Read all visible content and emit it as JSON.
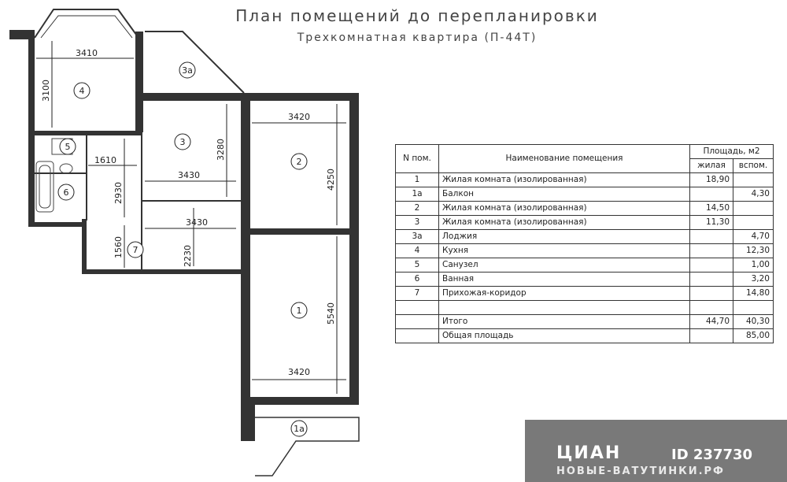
{
  "title": "План помещений до перепланировки",
  "subtitle": "Трехкомнатная квартира (П-44Т)",
  "dimensions": [
    "3410",
    "3100",
    "3420",
    "3280",
    "4250",
    "3430",
    "1610",
    "2930",
    "3430",
    "1560",
    "2230",
    "5540",
    "3420"
  ],
  "room_marks": [
    "3а",
    "4",
    "5",
    "6",
    "3",
    "2",
    "7",
    "1",
    "1а"
  ],
  "table": {
    "col_num": "N пом.",
    "col_name": "Наименование помещения",
    "col_area": "Площадь, м2",
    "col_living": "жилая",
    "col_aux": "вспом.",
    "rows": [
      {
        "num": "1",
        "name": "Жилая комната (изолированная)",
        "living": "18,90",
        "aux": ""
      },
      {
        "num": "1а",
        "name": "Балкон",
        "living": "",
        "aux": "4,30"
      },
      {
        "num": "2",
        "name": "Жилая комната (изолированная)",
        "living": "14,50",
        "aux": ""
      },
      {
        "num": "3",
        "name": "Жилая комната (изолированная)",
        "living": "11,30",
        "aux": ""
      },
      {
        "num": "3а",
        "name": "Лоджия",
        "living": "",
        "aux": "4,70"
      },
      {
        "num": "4",
        "name": "Кухня",
        "living": "",
        "aux": "12,30"
      },
      {
        "num": "5",
        "name": "Санузел",
        "living": "",
        "aux": "1,00"
      },
      {
        "num": "6",
        "name": "Ванная",
        "living": "",
        "aux": "3,20"
      },
      {
        "num": "7",
        "name": "Прихожая-коридор",
        "living": "",
        "aux": "14,80"
      },
      {
        "num": "",
        "name": "",
        "living": "",
        "aux": ""
      },
      {
        "num": "",
        "name": "Итого",
        "living": "44,70",
        "aux": "40,30"
      },
      {
        "num": "",
        "name": "Общая площадь",
        "living": "",
        "aux": "85,00"
      }
    ]
  },
  "watermark": {
    "logo": "ЦИАН",
    "id": "ID 237730",
    "site": "НОВЫЕ-ВАТУТИНКИ.РФ"
  }
}
